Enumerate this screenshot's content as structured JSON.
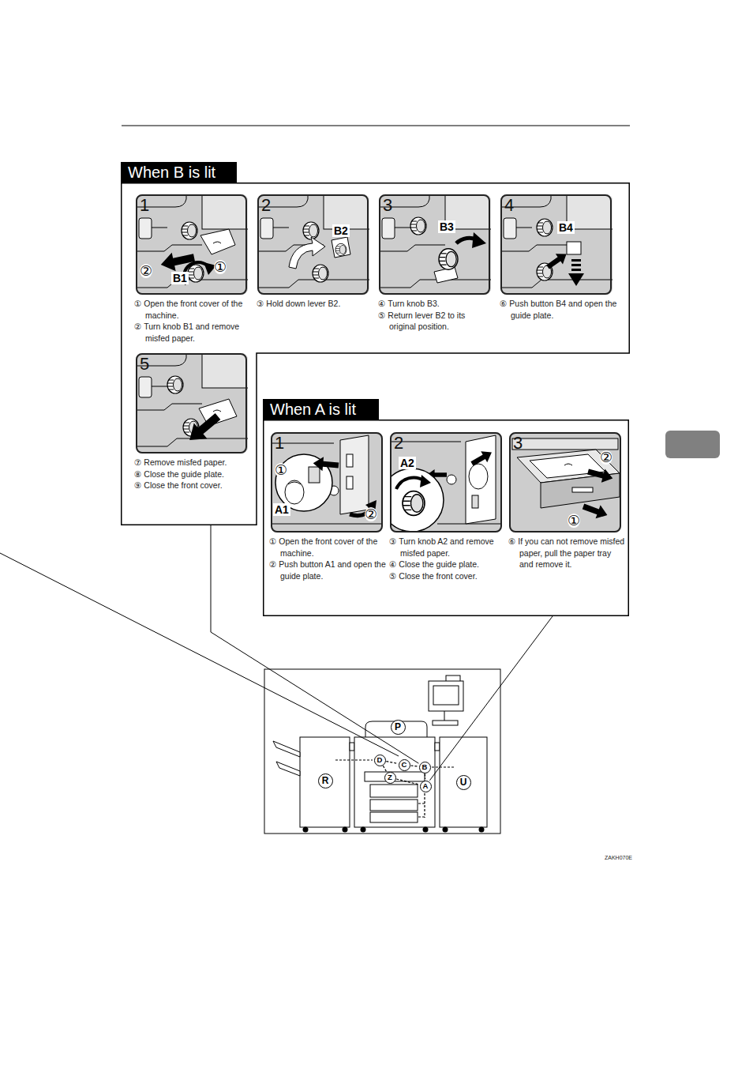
{
  "diagram": {
    "nodes": [
      {
        "text": [
          "When B is lit"
        ]
      },
      {
        "text": [
          "1",
          "①",
          "②",
          "B1"
        ],
        "in": 0
      },
      {
        "text": [
          "2",
          "B2"
        ],
        "in": 0
      },
      {
        "text": [
          "3",
          "B3"
        ],
        "in": 0
      },
      {
        "text": [
          "4",
          "B4"
        ],
        "in": 0
      },
      {
        "text": [
          "5"
        ],
        "in": 0
      },
      {
        "text": [
          "When A is lit"
        ]
      },
      {
        "text": [
          "1",
          "①",
          "A1",
          "②"
        ],
        "in": 6
      },
      {
        "text": [
          "2",
          "A2"
        ],
        "in": 6
      },
      {
        "text": [
          "3",
          "②",
          "①"
        ],
        "in": 6
      },
      {
        "text": [
          "P"
        ]
      },
      {
        "text": [
          "D"
        ]
      },
      {
        "text": [
          "C"
        ]
      },
      {
        "text": [
          "B"
        ]
      },
      {
        "text": [
          "Z"
        ]
      },
      {
        "text": [
          "R"
        ]
      },
      {
        "text": [
          "U"
        ]
      },
      {
        "text": [
          "A"
        ]
      }
    ],
    "edges": [
      {
        "from": 0,
        "to": 13,
        "arrow": "none"
      },
      {
        "from": 6,
        "to": 17,
        "arrow": "none"
      },
      {
        "from": 11,
        "to": 12,
        "arrow": "none"
      },
      {
        "from": 12,
        "to": 13,
        "arrow": "none"
      },
      {
        "from": 11,
        "to": 14,
        "arrow": "none"
      },
      {
        "from": 14,
        "to": 17,
        "arrow": "none"
      },
      {
        "from": 13,
        "to": 17,
        "arrow": "none"
      }
    ],
    "labels": [
      "① Open the front cover of the machine.",
      "② Turn knob B1 and remove misfed paper.",
      "③ Hold down lever B2.",
      "④ Turn knob B3.",
      "⑤ Return lever B2 to its original position.",
      "⑥ Push button B4 and open the guide plate.",
      "⑦ Remove misfed paper.",
      "⑧ Close the guide plate.",
      "⑨ Close the front cover.",
      "① Open the front cover of the machine.",
      "② Push button A1 and open the guide plate.",
      "③ Turn knob A2 and remove misfed paper.",
      "④ Close the guide plate.",
      "⑤ Close the front cover.",
      "⑥ If you can not remove misfed paper, pull the paper tray and remove it.",
      "ZAKH070E"
    ]
  }
}
